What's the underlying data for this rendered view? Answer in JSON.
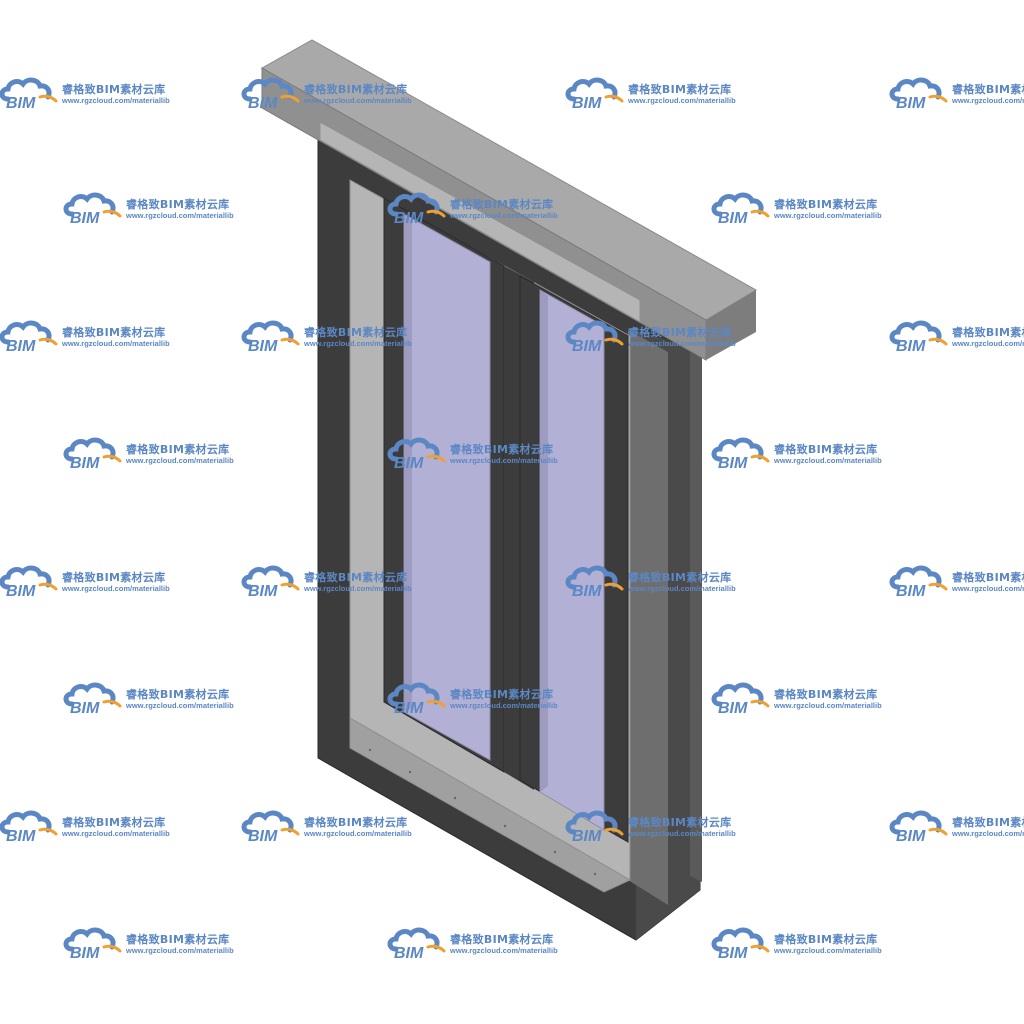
{
  "watermark": {
    "logo_text": "BIM",
    "brand_text": "睿格致BIM素材云库",
    "url_text": "www.rgzcloud.com/materiallib",
    "colors": {
      "cloud": "#5b87c4",
      "accent": "#f0a030",
      "text": "#5b87c4"
    }
  },
  "model": {
    "colors": {
      "frame": "#3c3c3c",
      "frame_edge": "#2a2a2a",
      "header_top": "#a9a9a9",
      "header_front": "#909090",
      "header_side": "#7d7d7d",
      "reveal": "#b5b5b5",
      "reveal_dark": "#8f8f8f",
      "glass": "#b3b0d6",
      "glass_edge": "#8e8aa8",
      "side_panel": "#6e6e6e"
    }
  }
}
